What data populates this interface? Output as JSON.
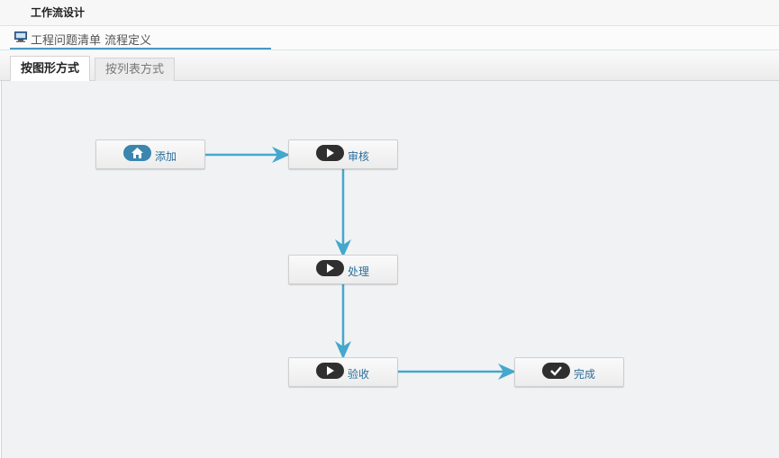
{
  "header": {
    "title": "工作流设计"
  },
  "breadcrumb": {
    "text": "工程问题清单 流程定义",
    "icon": "monitor-icon"
  },
  "tabs": [
    {
      "label": "按图形方式",
      "active": true
    },
    {
      "label": "按列表方式",
      "active": false
    }
  ],
  "workflow": {
    "nodes": [
      {
        "id": "add",
        "label": "添加",
        "icon": "home-icon"
      },
      {
        "id": "review",
        "label": "审核",
        "icon": "play-icon"
      },
      {
        "id": "process",
        "label": "处理",
        "icon": "play-icon"
      },
      {
        "id": "accept",
        "label": "验收",
        "icon": "play-icon"
      },
      {
        "id": "done",
        "label": "完成",
        "icon": "check-icon"
      }
    ],
    "edges": [
      {
        "from": "add",
        "to": "review"
      },
      {
        "from": "review",
        "to": "process"
      },
      {
        "from": "process",
        "to": "accept"
      },
      {
        "from": "accept",
        "to": "done"
      }
    ],
    "colors": {
      "edge": "#45a7cc",
      "label": "#2a6e9c",
      "home_pill": "#3b86ae",
      "pill": "#2f2f2f"
    }
  }
}
